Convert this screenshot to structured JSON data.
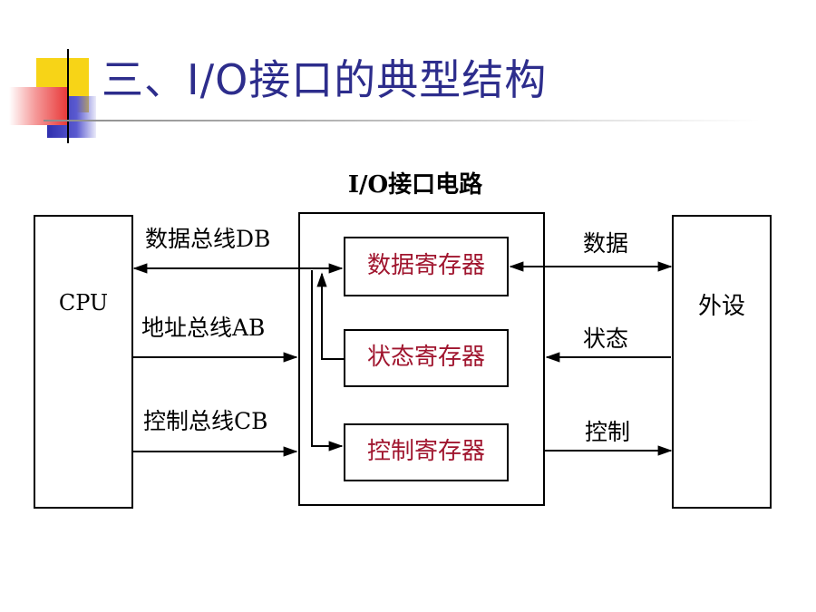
{
  "slide": {
    "title": "三、I/O接口的典型结构"
  },
  "diagram": {
    "interface_label": "I/O接口电路",
    "cpu_label": "CPU",
    "device_label": "外设",
    "buses": {
      "data_bus": "数据总线DB",
      "address_bus": "地址总线AB",
      "control_bus": "控制总线CB"
    },
    "registers": {
      "data_register": "数据寄存器",
      "status_register": "状态寄存器",
      "control_register": "控制寄存器"
    },
    "device_signals": {
      "data": "数据",
      "status": "状态",
      "control": "控制"
    },
    "colors": {
      "title": "#2d2d8c",
      "register_text": "#a0152e",
      "lines": "#000000",
      "deco_yellow": "#f7d417",
      "deco_blue": "#3030b0",
      "deco_red": "#e83a3a"
    }
  }
}
